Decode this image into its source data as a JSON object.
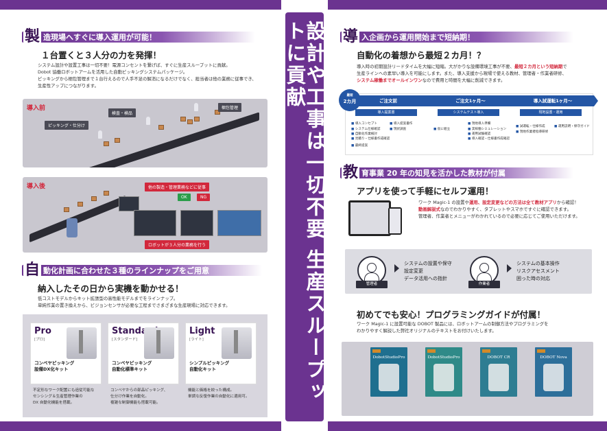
{
  "center_banner": "設計や工事は一切不要 生産スループットに貢献",
  "left": {
    "s1": {
      "big": "製",
      "rest": "造現場へすぐに導入運用が可能！",
      "subhead": "１台置くと３人分の力を発揮！",
      "p1": "システム設計や設置工事は一切不要！電源コンセントを繋げば、すぐに生産スループットに貢献。",
      "p2": "Dobot 協働ロボットアームを活用した自動ピッキングシステムパッケージ。",
      "p3": "ピッキングから梱包管理まで１台行えるので人手不足の解消になるだけでなく、担当者は他の業務に従事でき、",
      "p4": "生産性アップにつながります。",
      "before": {
        "label": "導入前",
        "tag_pick": "ピッキング・仕分け",
        "tag_inspect": "検査・検品",
        "tag_pack": "梱包管理"
      },
      "after": {
        "label": "導入後",
        "tag_other": "他の製造・管理業務などに従事",
        "tag_robot": "ロボットが３人分の業務を行う",
        "ok": "OK",
        "ng": "NG"
      }
    },
    "s2": {
      "big": "自",
      "rest": "動化計画に合わせた３種のラインナップをご用意",
      "subhead": "納入したその日から実機を動かせる！",
      "p1": "低コストモデルからキット拡張型の高性能モデルまでをラインナップ。",
      "p2": "単純作業の置き換えから、ビジョンセンサが必要な工程までさまざまな生産現場に対応できます。",
      "products": [
        {
          "name": "Pro",
          "type": "[プロ]",
          "title1": "コンベヤピッキング",
          "title2": "設備DX化キット",
          "d1": "不定形なワーク配置にも追従可能な",
          "d2": "センシング＆生産管理作業の",
          "d3": "DX 自動化機能を搭載。"
        },
        {
          "name": "Standard",
          "type": "[スタンダード]",
          "title1": "コンベヤピッキング",
          "title2": "自動化標準キット",
          "d1": "コンベヤからの部品ピッキング、",
          "d2": "仕分け作業を自動化。",
          "d3": "複雑な制御機能も搭載可能。"
        },
        {
          "name": "Light",
          "type": "[ライト]",
          "title1": "シンプルピッキング",
          "title2": "自動化キット",
          "d1": "機能と価格を絞った構成。",
          "d2": "単調な反復作業の自動化に適用可。",
          "d3": ""
        }
      ]
    }
  },
  "right": {
    "s1": {
      "big": "導",
      "rest": "入企画から運用開始まで短納期！",
      "subhead": "自動化の着想から最短２カ月！？",
      "p1a": "導入時の初期設計リードタイムを大幅に短縮。大がかりな設備環境工事が不要、",
      "p1b": "最短２カ月という短納期",
      "p1c": "で",
      "p2": "生産ラインへの素早い導入を可能にします。また、導入支援から現場で使える教材、管理者・作業者研修、",
      "p3a": "システム稼働までオールインワン",
      "p3b": "なので費用と時間を大幅に削減できます。",
      "badge_pre": "最短",
      "badge": "2カ月",
      "flow": [
        {
          "head": "ご注文前",
          "step": "導入提案書",
          "items": [
            "導入コンセプト",
            "システム仕様確認",
            "自動化作業検討",
            "見積り・仕様書作成確認",
            "最終提案"
          ],
          "items2": [
            "導入提案書作",
            "現状調査"
          ]
        },
        {
          "head": "ご注文1ヶ月〜",
          "step": "システムテスト導入",
          "items": [
            "仮に組立"
          ],
          "items2": [
            "現地導入準備",
            "実稼働シミュレーション",
            "運用試験確認",
            "導入確認・仕様書作成確認"
          ]
        },
        {
          "head": "導入試運転1ヶ月〜",
          "step": "現地設置・運用",
          "items": [
            "試運転・仕様作成",
            "現地作業者指導研修"
          ],
          "items2": [
            "運用説明・保守ガイド"
          ]
        }
      ]
    },
    "s2": {
      "big": "教",
      "rest": "育事業 20 年の知見を活かした教材が付属",
      "subhead": "アプリを使って手軽にセルフ運用！",
      "p1a": "ワーク Magic-1 の設置や",
      "p1b": "運用、設定変更などの方法は全て教材アプリ",
      "p1c": "から確認！",
      "p2a": "動画解説式",
      "p2b": "なのでわかりやすく、タブレットやスマホですぐに確認できます。",
      "p3": "管理者、作業者とメニューがわかれているので必要に応じてご使用いただけます。",
      "role_admin": "管理者",
      "role_worker": "作業者",
      "admin_items": [
        "システムの設置や保守",
        "設定変更",
        "データ活用への指針"
      ],
      "worker_items": [
        "システムの基本操作",
        "リスクアセスメント",
        "困った時の対応"
      ]
    },
    "s3": {
      "subhead": "初めてでも安心！プログラミングガイドが付属！",
      "p1": "ワーク Magic-1 に設置可能な DOBOT 製品には、ロボットアームの制御方法やプログラミングを",
      "p2": "わかりやすく解説した弊社オリジナルのテキストをお付けいたします。",
      "books": [
        {
          "title": "DobotStudioPro",
          "color": "#1f6f8f"
        },
        {
          "title": "DobotStudioPro",
          "color": "#2f8a88"
        },
        {
          "title": "DOBOT CR",
          "color": "#2e7d92"
        },
        {
          "title": "DOBOT Nova",
          "color": "#2d6f9a"
        }
      ]
    }
  }
}
